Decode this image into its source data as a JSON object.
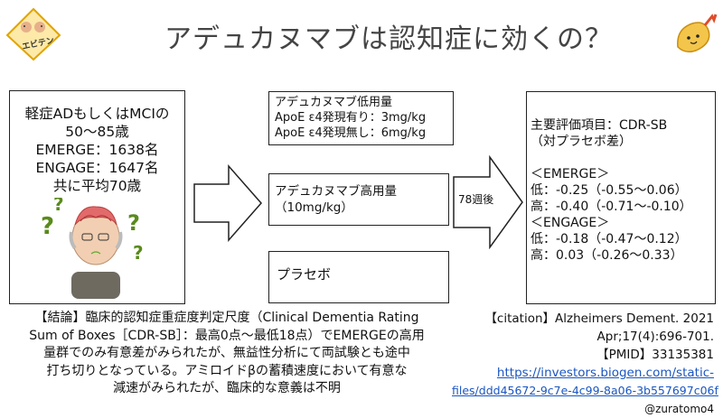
{
  "title": "アデュカヌマブは認知症に効くの？",
  "logo": {
    "text": "エビテン"
  },
  "patients": {
    "lines": [
      "軽症ADもしくはMCIの",
      "50〜85歳",
      "EMERGE：1638名",
      "ENGAGE：1647名",
      "共に平均70歳"
    ]
  },
  "arms": {
    "low": {
      "lines": [
        "アデュカヌマブ低用量",
        "ApoE ε4発現有り：3mg/kg",
        "ApoE ε4発現無し：6mg/kg"
      ]
    },
    "high": {
      "lines": [
        "アデュカヌマブ高用量",
        "（10mg/kg）"
      ]
    },
    "placebo": {
      "lines": [
        "プラセボ"
      ]
    }
  },
  "duration_label": "78週後",
  "results": {
    "lines": [
      "主要評価項目：CDR-SB",
      "（対プラセボ差）",
      "",
      "＜EMERGE＞",
      "低：-0.25（-0.55〜0.06）",
      "高：-0.40（-0.71〜-0.10）",
      "＜ENGAGE＞",
      "低：-0.18（-0.47〜0.12）",
      "高：0.03（-0.26〜0.33）"
    ]
  },
  "conclusion": {
    "lines": [
      "【結論】臨床的認知症重症度判定尺度（Clinical Dementia Rating",
      "Sum of Boxes［CDR-SB］：最高0点〜最低18点）でEMERGEの高用",
      "量群でのみ有意差がみられたが、無益性分析にて両試験とも途中",
      "打ち切りとなっている。アミロイドβの蓄積速度において有意な",
      "減速がみられたが、臨床的な意義は不明"
    ]
  },
  "citation": {
    "line1": "【citation】Alzheimers Dement. 2021",
    "line2": "Apr;17(4):696-701.",
    "pmid": "【PMID】33135381",
    "url_line1": "https://investors.biogen.com/static-",
    "url_line2": "files/ddd45672-9c7e-4c99-8a06-3b557697c06f",
    "author": "@zuratomo4"
  },
  "colors": {
    "arrow_fill": "#ffffff",
    "arrow_stroke": "#222222",
    "link": "#1a56c2"
  }
}
